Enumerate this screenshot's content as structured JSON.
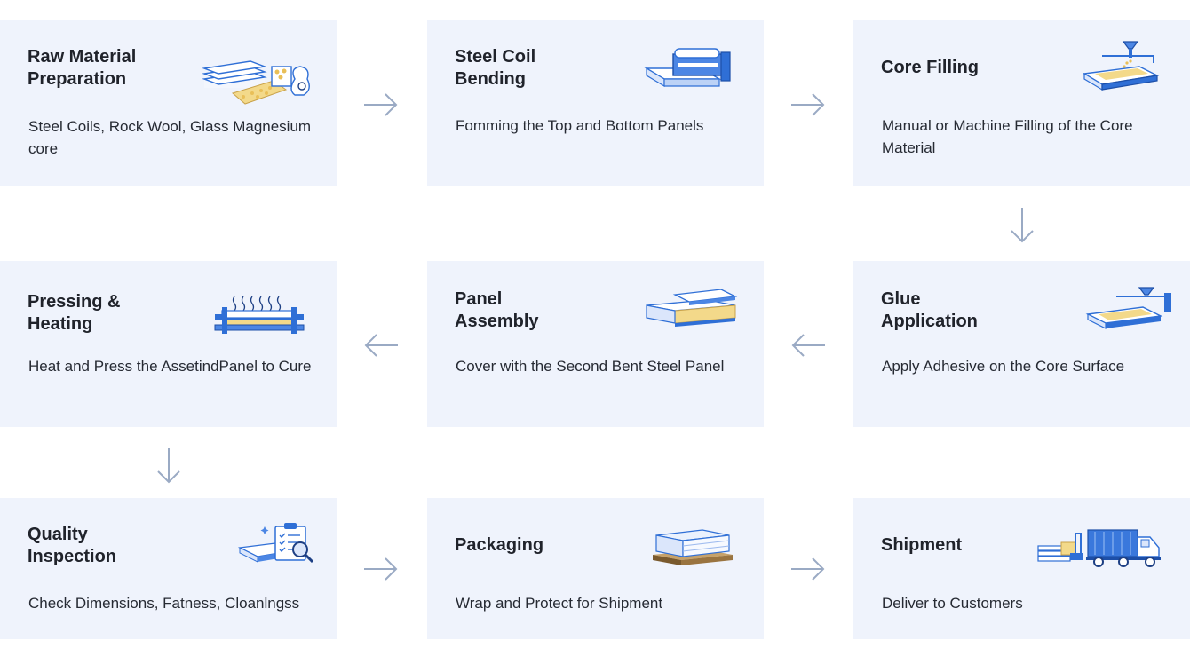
{
  "steps": [
    {
      "title": "Raw Material\nPreparation",
      "desc": "Steel Coils, Rock Wool, Glass Magnesium core",
      "icon": "raw-materials-icon"
    },
    {
      "title": "Steel Coil\nBending",
      "desc": "Fomming the Top and Bottom Panels",
      "icon": "coil-bending-machine-icon"
    },
    {
      "title": "Core Filling",
      "desc": "Manual or Machine Filling of the Core Material",
      "icon": "core-filling-machine-icon"
    },
    {
      "title": "Glue\nApplication",
      "desc": "Apply Adhesive on the Core Surface",
      "icon": "glue-applicator-icon"
    },
    {
      "title": "Panel\nAssembly",
      "desc": "Cover with the Second Bent Steel Panel",
      "icon": "panel-assembly-icon"
    },
    {
      "title": "Pressing &\nHeating",
      "desc": "Heat and Press the AssetindPanel to Cure",
      "icon": "heat-press-icon"
    },
    {
      "title": "Quality\nInspection",
      "desc": "Check Dimensions, Fatness, Cloanlngss",
      "icon": "quality-clipboard-icon"
    },
    {
      "title": "Packaging",
      "desc": "Wrap and Protect for Shipment",
      "icon": "packaged-panels-icon"
    },
    {
      "title": "Shipment",
      "desc": "Deliver to Customers",
      "icon": "delivery-truck-icon"
    }
  ],
  "colors": {
    "card_bg": "#eff3fc",
    "arrow": "#9aaac4",
    "accent_blue": "#2f6fd6",
    "core_yellow": "#f3d98a"
  }
}
